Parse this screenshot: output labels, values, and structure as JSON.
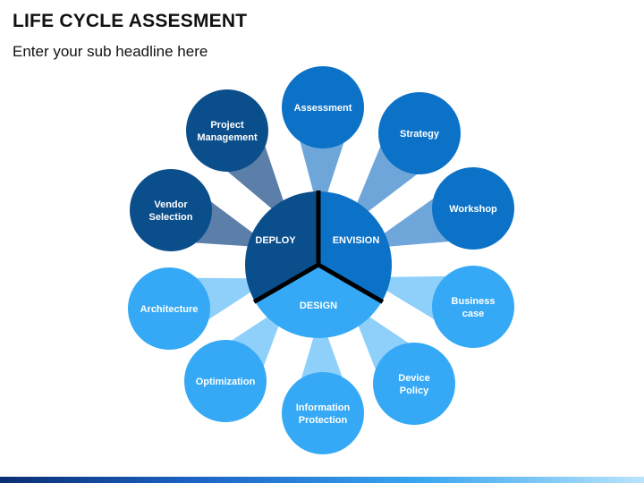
{
  "header": {
    "title": "LIFE CYCLE ASSESMENT",
    "subtitle": "Enter your sub headline here"
  },
  "colors": {
    "dark": "#0a4e8c",
    "medium": "#0b72c8",
    "light": "#35a9f5",
    "divider": "#000000"
  },
  "center": {
    "segments": [
      {
        "id": "deploy",
        "label": "DEPLOY",
        "color": "#0a4e8c"
      },
      {
        "id": "envision",
        "label": "ENVISION",
        "color": "#0b72c8"
      },
      {
        "id": "design",
        "label": "DESIGN",
        "color": "#35a9f5"
      }
    ]
  },
  "nodes": [
    {
      "id": "assessment",
      "lines": [
        "Assessment"
      ],
      "group": "envision"
    },
    {
      "id": "strategy",
      "lines": [
        "Strategy"
      ],
      "group": "envision"
    },
    {
      "id": "workshop",
      "lines": [
        "Workshop"
      ],
      "group": "envision"
    },
    {
      "id": "business-case",
      "lines": [
        "Business",
        "case"
      ],
      "group": "design"
    },
    {
      "id": "device-policy",
      "lines": [
        "Device",
        "Policy"
      ],
      "group": "design"
    },
    {
      "id": "information-protection",
      "lines": [
        "Information",
        "Protection"
      ],
      "group": "design"
    },
    {
      "id": "optimization",
      "lines": [
        "Optimization"
      ],
      "group": "design"
    },
    {
      "id": "architecture",
      "lines": [
        "Architecture"
      ],
      "group": "design"
    },
    {
      "id": "vendor-selection",
      "lines": [
        "Vendor",
        "Selection"
      ],
      "group": "deploy"
    },
    {
      "id": "project-management",
      "lines": [
        "Project",
        "Management"
      ],
      "group": "deploy"
    }
  ]
}
